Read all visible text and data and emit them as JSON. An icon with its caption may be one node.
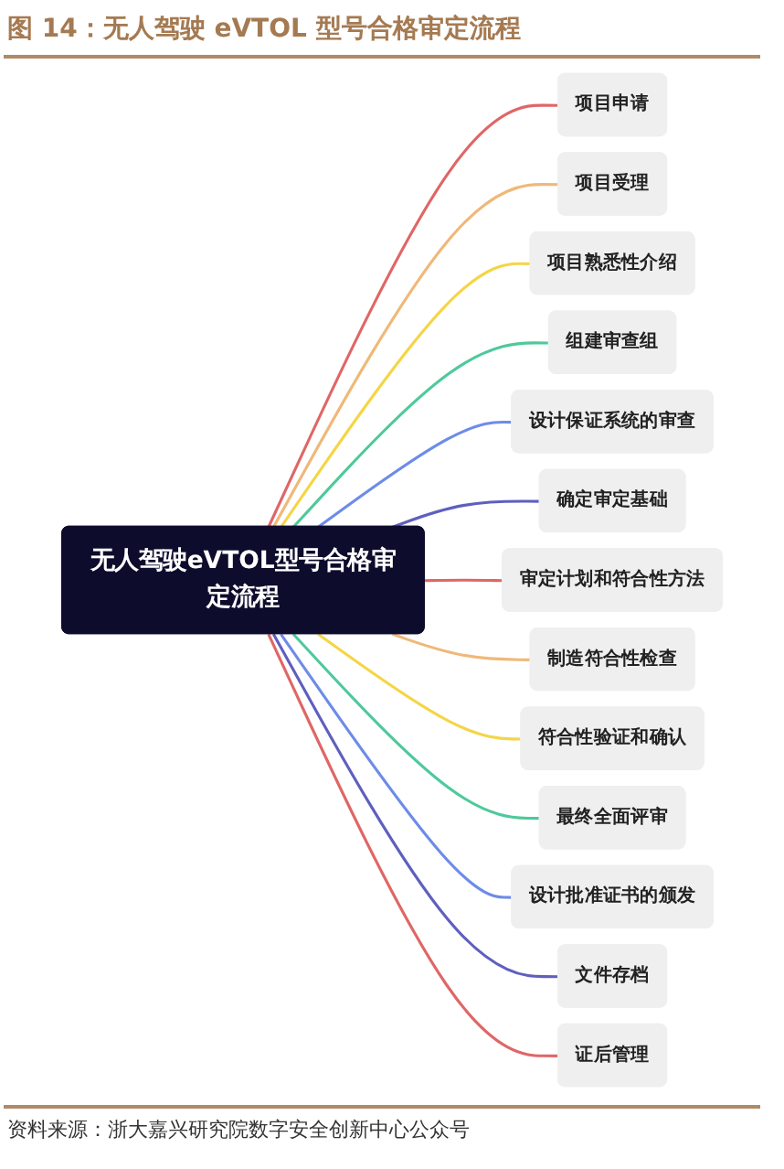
{
  "diagram": {
    "title": "图 14：无人驾驶 eVTOL 型号合格审定流程",
    "caption": "资料来源：浙大嘉兴研究院数字安全创新中心公众号",
    "nodes": [
      {
        "text": [
          "无人驾驶eVTOL型号合格审定流程"
        ]
      },
      {
        "text": [
          "项目申请"
        ]
      },
      {
        "text": [
          "项目受理"
        ]
      },
      {
        "text": [
          "项目熟悉性介绍"
        ]
      },
      {
        "text": [
          "组建审查组"
        ]
      },
      {
        "text": [
          "设计保证系统的审查"
        ]
      },
      {
        "text": [
          "确定审定基础"
        ]
      },
      {
        "text": [
          "审定计划和符合性方法"
        ]
      },
      {
        "text": [
          "制造符合性检查"
        ]
      },
      {
        "text": [
          "符合性验证和确认"
        ]
      },
      {
        "text": [
          "最终全面评审"
        ]
      },
      {
        "text": [
          "设计批准证书的颁发"
        ]
      },
      {
        "text": [
          "文件存档"
        ]
      },
      {
        "text": [
          "证后管理"
        ]
      }
    ],
    "edges": [
      {
        "from": 0,
        "to": 1,
        "arrow": "none",
        "color": "#e06666"
      },
      {
        "from": 0,
        "to": 2,
        "arrow": "none",
        "color": "#f0b878"
      },
      {
        "from": 0,
        "to": 3,
        "arrow": "none",
        "color": "#f5d547"
      },
      {
        "from": 0,
        "to": 4,
        "arrow": "none",
        "color": "#4ec99b"
      },
      {
        "from": 0,
        "to": 5,
        "arrow": "none",
        "color": "#6d8ce8"
      },
      {
        "from": 0,
        "to": 6,
        "arrow": "none",
        "color": "#5f5fbf"
      },
      {
        "from": 0,
        "to": 7,
        "arrow": "none",
        "color": "#e06666"
      },
      {
        "from": 0,
        "to": 8,
        "arrow": "none",
        "color": "#f0b878"
      },
      {
        "from": 0,
        "to": 9,
        "arrow": "none",
        "color": "#f5d547"
      },
      {
        "from": 0,
        "to": 10,
        "arrow": "none",
        "color": "#4ec99b"
      },
      {
        "from": 0,
        "to": 11,
        "arrow": "none",
        "color": "#6d8ce8"
      },
      {
        "from": 0,
        "to": 12,
        "arrow": "none",
        "color": "#5f5fbf"
      },
      {
        "from": 0,
        "to": 13,
        "arrow": "none",
        "color": "#e06666"
      }
    ]
  }
}
